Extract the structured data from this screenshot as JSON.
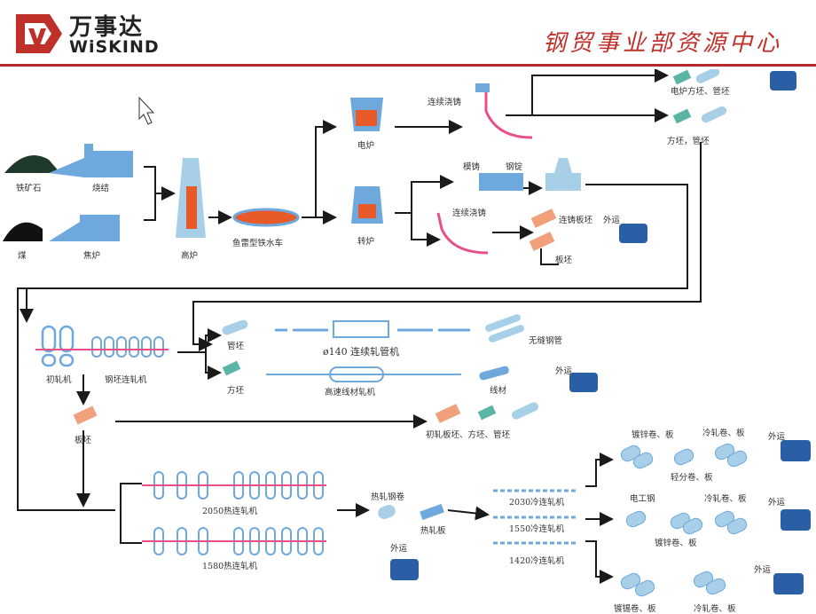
{
  "header": {
    "logo_cn": "万事达",
    "logo_en": "WiSKIND",
    "title": "钢贸事业部资源中心",
    "accent_color": "#b5282a",
    "flow_color": "#1a1a1a",
    "equipment_color": "#6fa8dc",
    "hot_color": "#e85a2a",
    "slab_color": "#f0a07a",
    "steel_color": "#5bb5a5",
    "truck_color": "#2a5fa5",
    "roll_line_color": "#e8508a"
  },
  "labels": {
    "iron_ore": "铁矿石",
    "sintering": "烧结",
    "coal": "煤",
    "coking": "焦炉",
    "blast_furnace": "高炉",
    "torpedo_car": "鱼雷型铁水车",
    "electric_furnace": "电炉",
    "converter": "转炉",
    "continuous_casting_top": "连续浇铸",
    "model_casting": "模铸",
    "ingot": "钢锭",
    "continuous_casting_mid": "连续浇铸",
    "ef_billet_tube": "电炉方坯、管坯",
    "billet_tube": "方坯，管坯",
    "cc_slab": "连铸板坯",
    "ship_out": "外运",
    "slab": "板坯",
    "blooming_mill": "初轧机",
    "billet_mill": "钢坯连轧机",
    "tube_blank": "管坯",
    "seamless_mill": "ø140 连续轧管机",
    "seamless_pipe": "无缝钢管",
    "square_billet": "方坯",
    "wire_mill": "高速线材轧机",
    "wire_rod": "线材",
    "products_mid": "初轧板坯、方坯、管坯",
    "plate_blank": "板坯",
    "mill_2050": "2050热连轧机",
    "mill_1580": "1580热连轧机",
    "hot_coil": "热轧钢卷",
    "hot_plate": "热轧板",
    "cold_2030": "2030冷连轧机",
    "cold_1550": "1550冷连轧机",
    "cold_1420": "1420冷连轧机",
    "galvanized": "镀锌卷、板",
    "cold_coil_1": "冷轧卷、板",
    "split_coil": "轻分卷、板",
    "electrical_steel": "电工钢",
    "cold_coil_2": "冷轧卷、板",
    "galv_coil_2": "镀锌卷、板",
    "tinplate": "镀锡卷、板",
    "cold_coil_3": "冷轧卷、板"
  }
}
